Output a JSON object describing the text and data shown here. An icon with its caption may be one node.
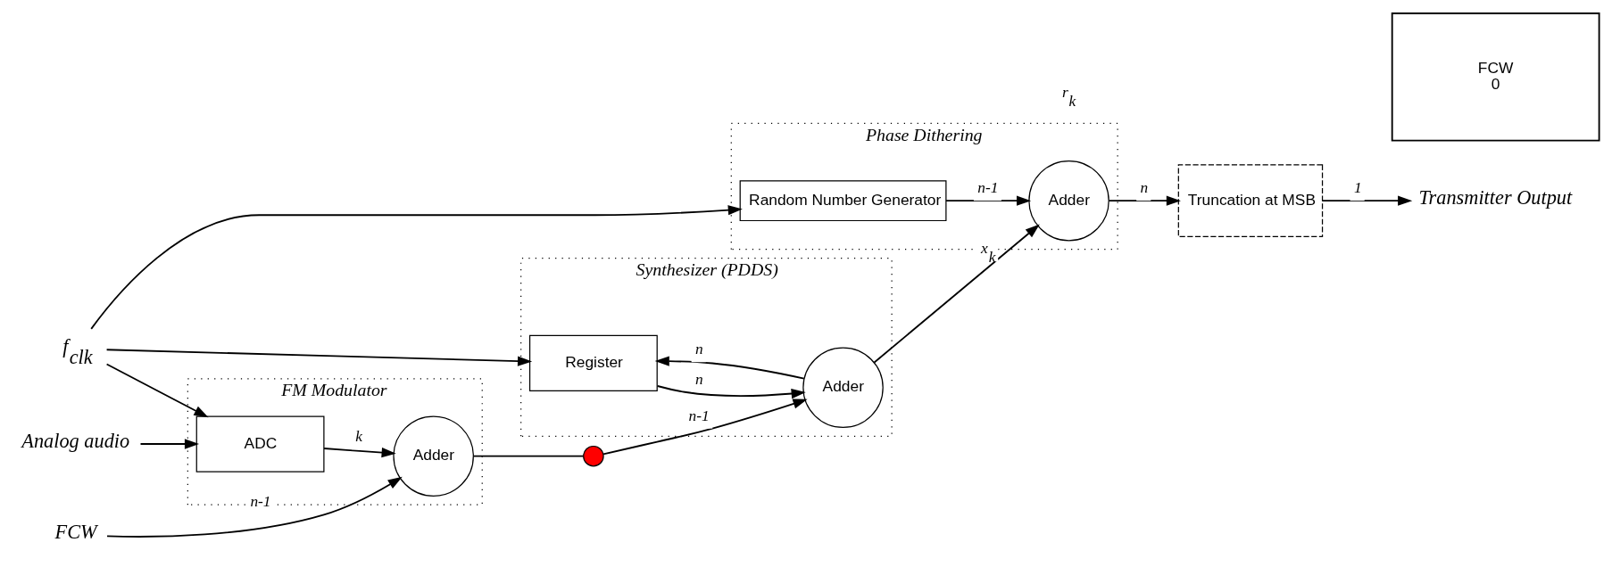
{
  "diagram": {
    "nodes": [
      {
        "text": [
          "*f*$_{clk}$"
        ]
      },
      {
        "text": [
          "FM Modulator"
        ]
      },
      {
        "text": [
          "ADC"
        ],
        "in": 1
      },
      {
        "text": [
          "Adder"
        ],
        "in": 1
      },
      {
        "text": [
          "Synthesizer (PDDS)"
        ]
      },
      {
        "text": [
          "Register"
        ],
        "in": 4
      },
      {
        "text": [
          "Adder"
        ],
        "in": 4
      },
      {
        "text": [
          "Phase Dithering"
        ]
      },
      {
        "text": [
          "Random Number Generator"
        ],
        "in": 7
      },
      {
        "text": [
          "Adder"
        ],
        "in": 7
      },
      {
        "text": [
          "Truncation at MSB"
        ]
      },
      {
        "text": [
          "Analog audio"
        ]
      },
      {
        "text": [
          "FCW"
        ]
      },
      {
        "text": [
          "Transmitter Output"
        ]
      },
      {
        "text": [],
        "shape": "circle"
      },
      {
        "text": [
          "FCW",
          "0"
        ]
      }
    ],
    "edges": [
      {
        "from": 0,
        "to": 2,
        "arrow": "to"
      },
      {
        "from": 0,
        "to": 5,
        "arrow": "to"
      },
      {
        "from": 0,
        "to": 8,
        "arrow": "to"
      },
      {
        "from": 11,
        "to": 2,
        "arrow": "to"
      },
      {
        "from": 2,
        "to": 3,
        "arrow": "to",
        "label": "k"
      },
      {
        "from": 12,
        "to": 3,
        "arrow": "to",
        "label": "n-1"
      },
      {
        "from": 3,
        "to": 14,
        "arrow": "none"
      },
      {
        "from": 14,
        "to": 6,
        "arrow": "to",
        "label": "n-1"
      },
      {
        "from": 5,
        "to": 6,
        "arrow": "to",
        "label": "n"
      },
      {
        "from": 6,
        "to": 5,
        "arrow": "to",
        "label": "n"
      },
      {
        "from": 6,
        "to": 9,
        "arrow": "to",
        "label": "x$_{k}$"
      },
      {
        "from": 8,
        "to": 9,
        "arrow": "to",
        "label": "n-1"
      },
      {
        "from": 9,
        "to": 10,
        "arrow": "to",
        "label": "n"
      },
      {
        "from": 10,
        "to": 13,
        "arrow": "to",
        "label": "1"
      }
    ],
    "labels": [
      "r$_{k}$"
    ]
  }
}
